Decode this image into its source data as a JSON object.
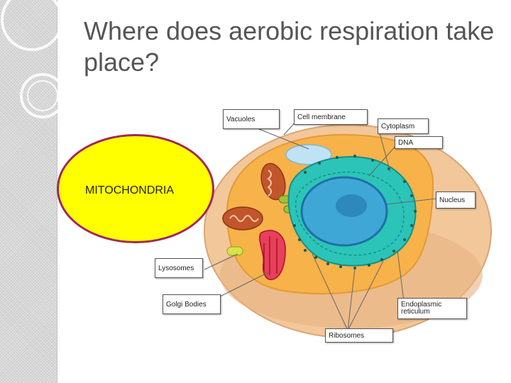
{
  "slide": {
    "title": "Where does aerobic respiration take place?",
    "answer": "MITOCHONDRIA"
  },
  "diagram": {
    "labels": {
      "vacuoles": "Vacuoles",
      "cell_membrane": "Cell membrane",
      "cytoplasm": "Cytoplasm",
      "dna": "DNA",
      "nucleus": "Nucleus",
      "lysosomes": "Lysosomes",
      "golgi_bodies": "Golgi Bodies",
      "endoplasmic_reticulum": "Endoplasmic reticulum",
      "ribosomes": "Ribosomes"
    }
  },
  "colors": {
    "answer_fill": "#ffff00",
    "answer_border": "#a0285a",
    "cell_outer": "#f2c79a",
    "cytoplasm": "#f7b24a",
    "nucleus": "#3fa7d6",
    "nucleolus": "#1f6fa8",
    "er": "#2cc4b8",
    "golgi": "#e8405a",
    "mitochondria": "#c2552a",
    "vacuole": "#bfe3f5"
  }
}
